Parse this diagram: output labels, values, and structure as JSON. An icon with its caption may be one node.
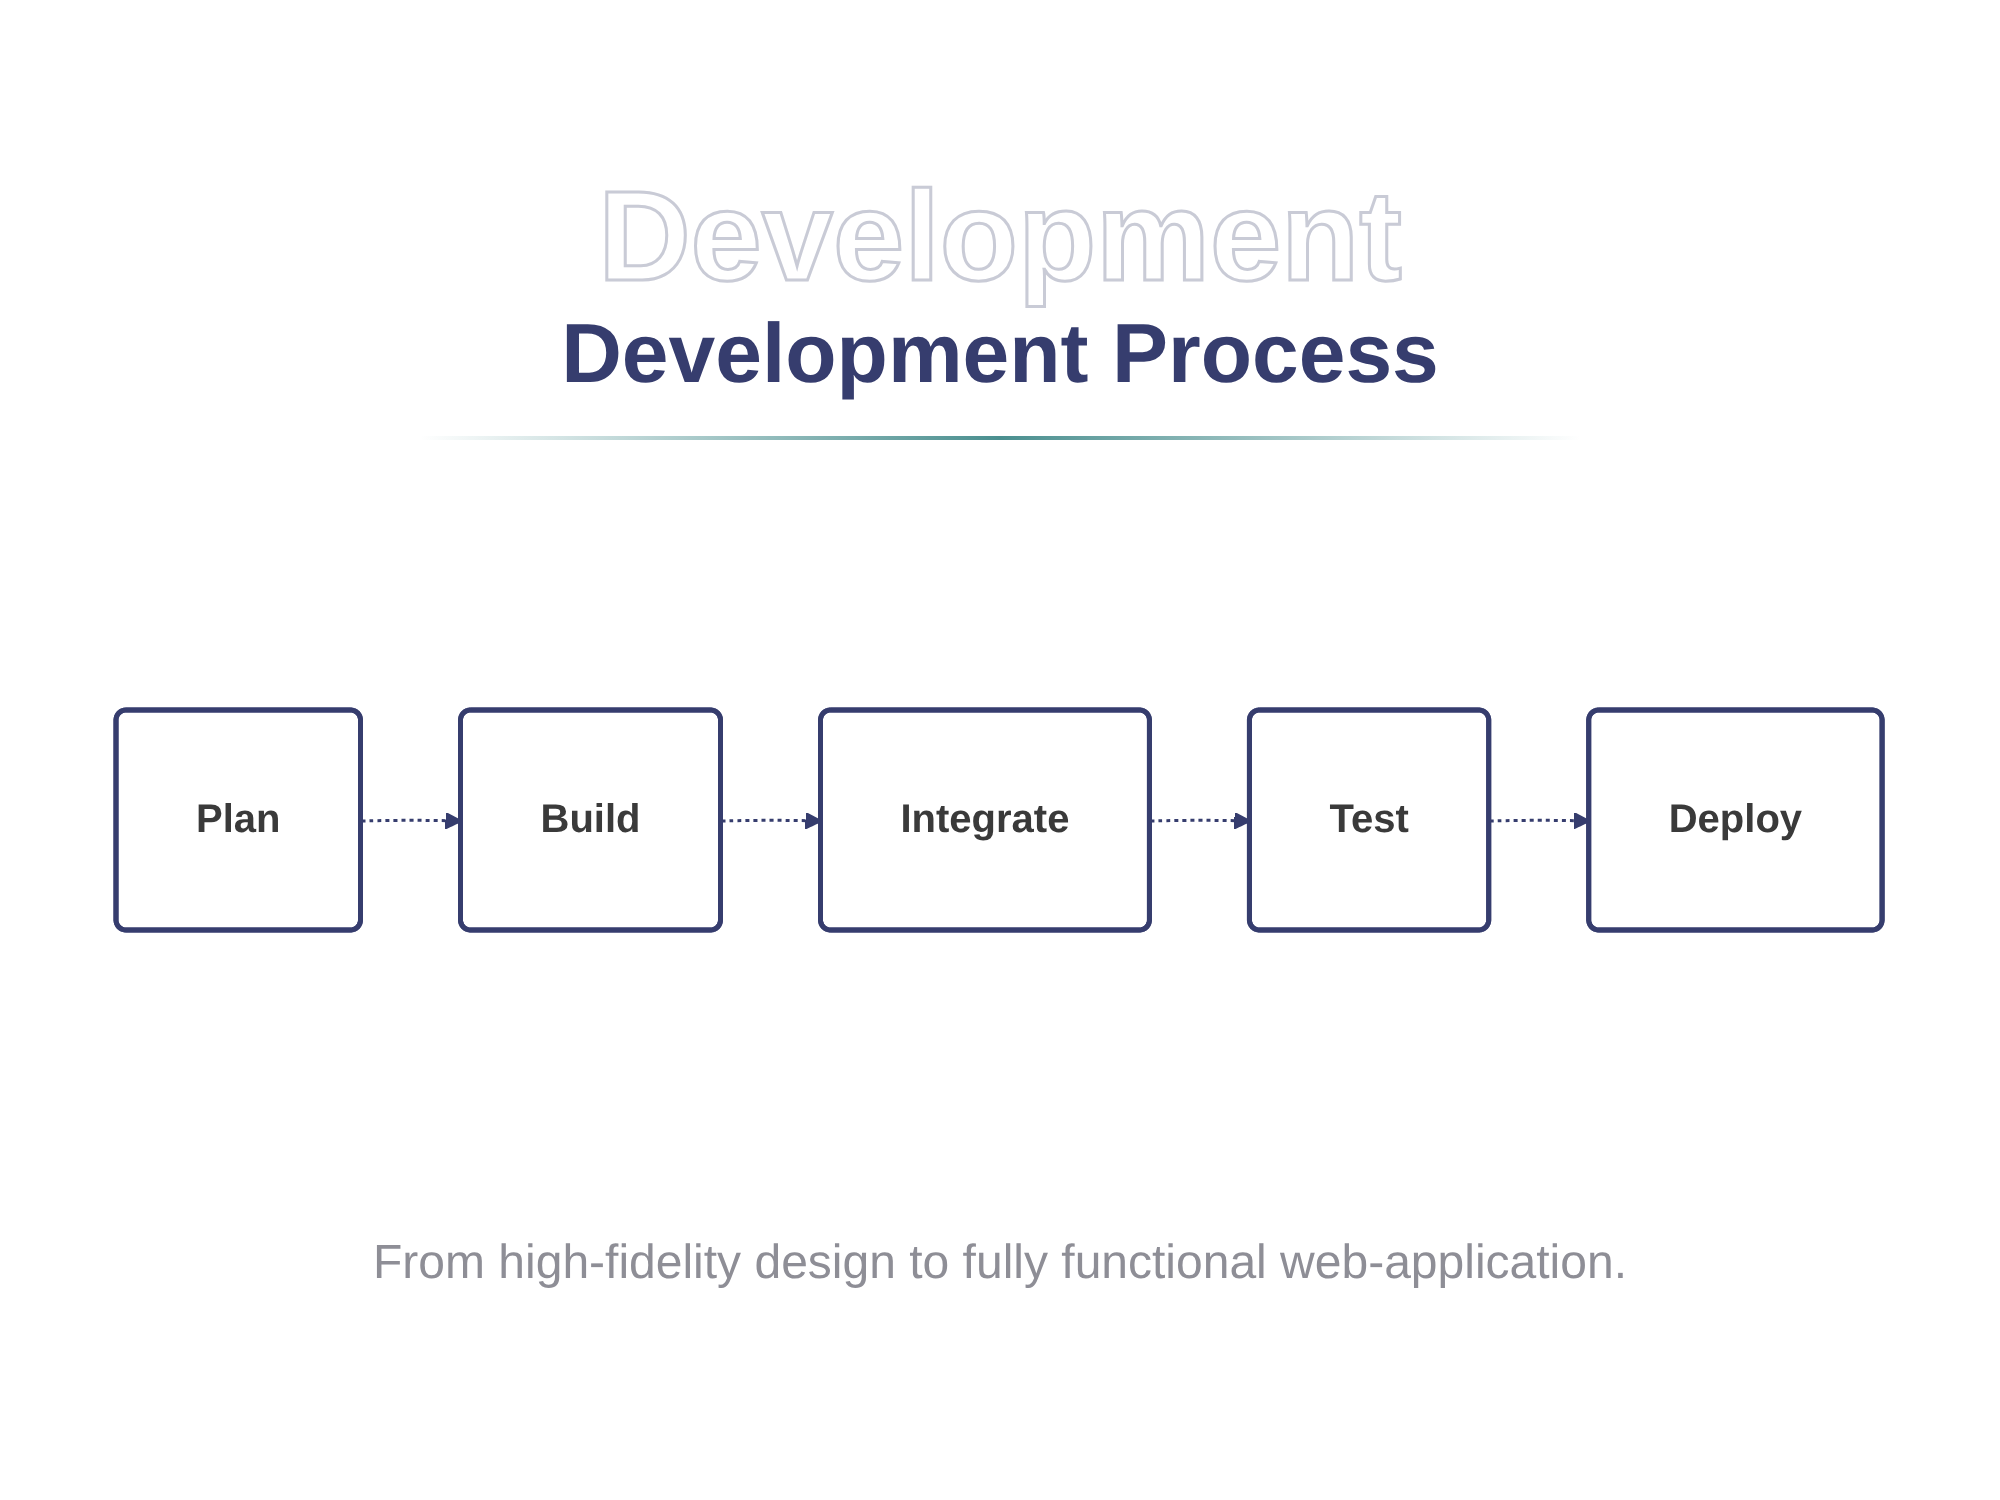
{
  "diagram": {
    "title": "Development Process",
    "caption": "From high-fidelity design to fully functional web-application.",
    "nodes": [
      {
        "text": [
          "Plan"
        ]
      },
      {
        "text": [
          "Build"
        ]
      },
      {
        "text": [
          "Integrate"
        ]
      },
      {
        "text": [
          "Test"
        ]
      },
      {
        "text": [
          "Deploy"
        ]
      }
    ],
    "edges": [
      {
        "from": 0,
        "to": 1,
        "arrow": "to",
        "style": "dashed"
      },
      {
        "from": 1,
        "to": 2,
        "arrow": "to",
        "style": "dashed"
      },
      {
        "from": 2,
        "to": 3,
        "arrow": "to",
        "style": "dashed"
      },
      {
        "from": 3,
        "to": 4,
        "arrow": "to",
        "style": "dashed"
      }
    ],
    "labels": [
      "Development"
    ]
  }
}
